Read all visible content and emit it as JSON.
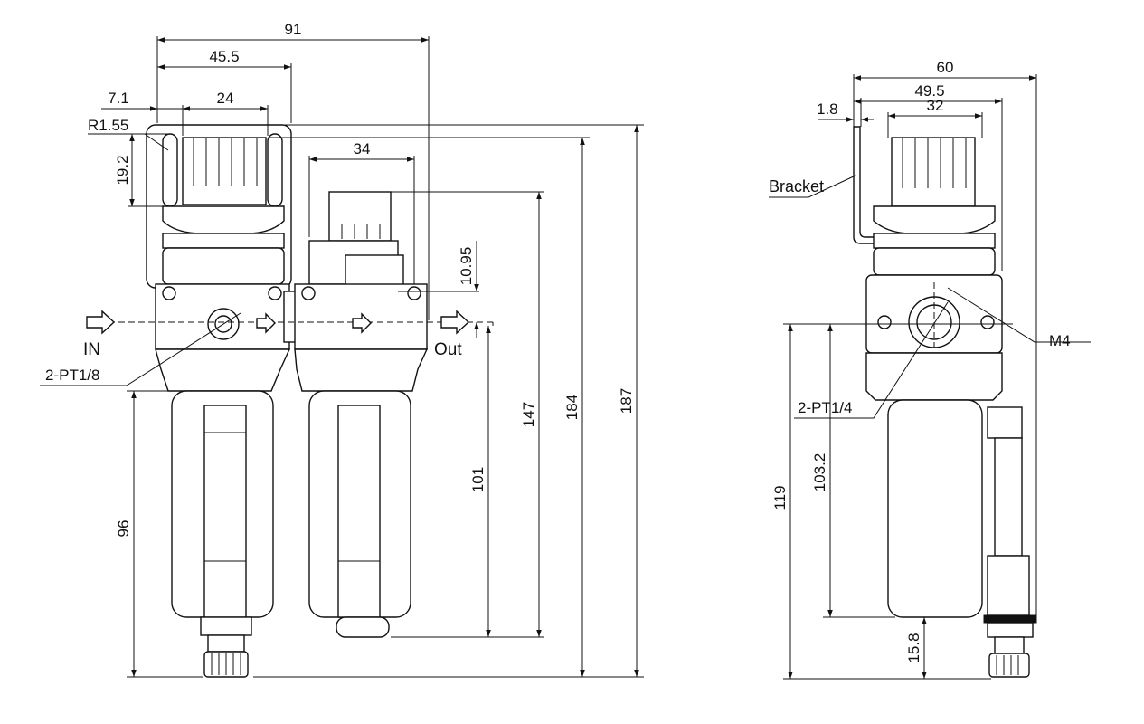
{
  "front_view": {
    "dims": {
      "overall_width": "91",
      "half_width": "45.5",
      "offset": "7.1",
      "knob_width": "24",
      "radius": "R1.55",
      "slot_height": "19.2",
      "lubricator_width": "34",
      "port_offset": "10.95",
      "height_101": "101",
      "height_147": "147",
      "height_184": "184",
      "height_187": "187",
      "height_96": "96"
    },
    "labels": {
      "inlet": "IN",
      "outlet": "Out",
      "port_thread": "2-PT1/8"
    }
  },
  "side_view": {
    "dims": {
      "width_60": "60",
      "width_49_5": "49.5",
      "width_32": "32",
      "thickness": "1.8",
      "height_119": "119",
      "height_103_2": "103.2",
      "height_15_8": "15.8"
    },
    "labels": {
      "bracket": "Bracket",
      "mount_screw": "M4",
      "port_thread": "2-PT1/4"
    }
  }
}
